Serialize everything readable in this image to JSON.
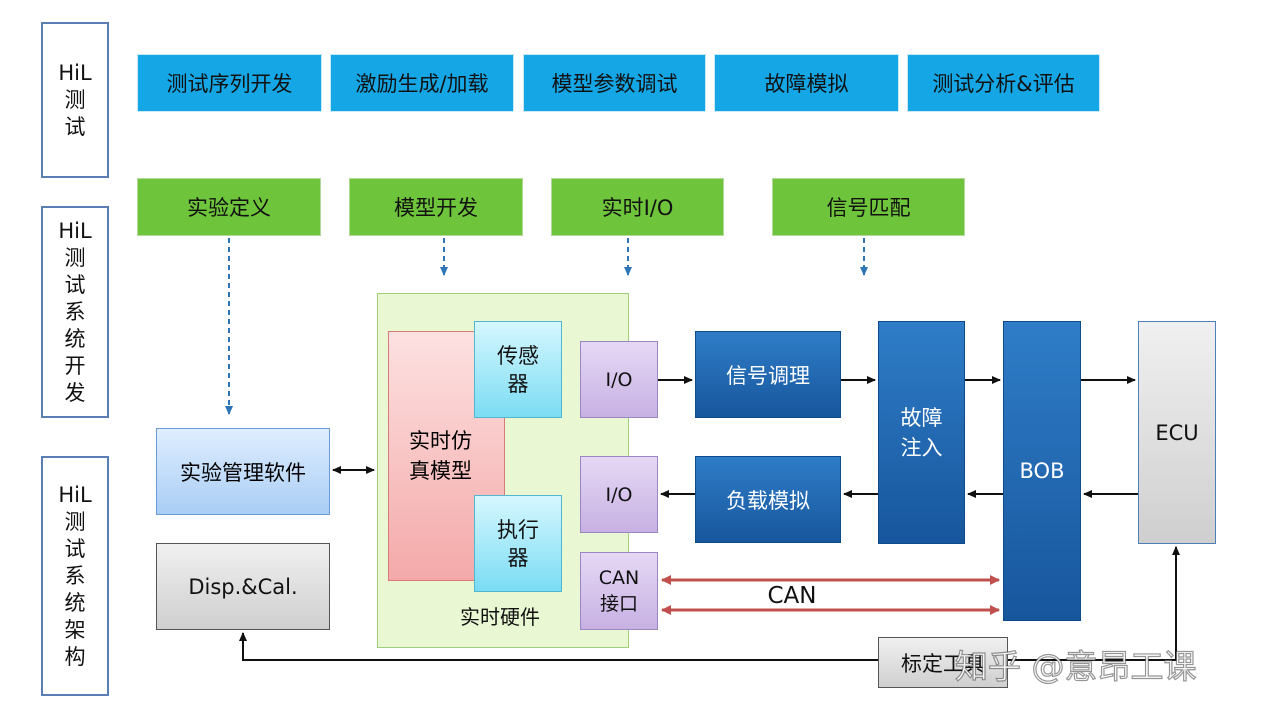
{
  "side_labels": {
    "hil_test": "HiL\n测\n试",
    "hil_system_dev": "HiL\n测\n试\n系\n统\n开\n发",
    "hil_system_arch": "HiL\n测\n试\n系\n统\n架\n构"
  },
  "top_tasks": [
    "测试序列开发",
    "激励生成/加载",
    "模型参数调试",
    "故障模拟",
    "测试分析&评估"
  ],
  "dev_tasks": [
    "实验定义",
    "模型开发",
    "实时I/O",
    "信号匹配"
  ],
  "blocks": {
    "exp_mgmt": "实验管理软件",
    "disp_cal": "Disp.&Cal.",
    "rt_sim_model": "实时仿\n真模型",
    "sensor": "传感\n器",
    "actuator": "执行\n器",
    "rt_hardware": "实时硬件",
    "io_top": "I/O",
    "io_bottom": "I/O",
    "can_interface": "CAN\n接口",
    "signal_cond": "信号调理",
    "load_sim": "负载模拟",
    "fault_inject": "故障\n注入",
    "bob": "BOB",
    "ecu": "ECU",
    "calib_tool": "标定工具",
    "can_label": "CAN"
  },
  "watermark": "知乎 @意昂工课",
  "colors": {
    "cyan": "#15a6e6",
    "green": "#6ec43a",
    "blue": "#1f67b0",
    "hardware_bg": "#e9f7d2",
    "model_red": "#f7b8b8",
    "can_line": "#c0504d"
  }
}
